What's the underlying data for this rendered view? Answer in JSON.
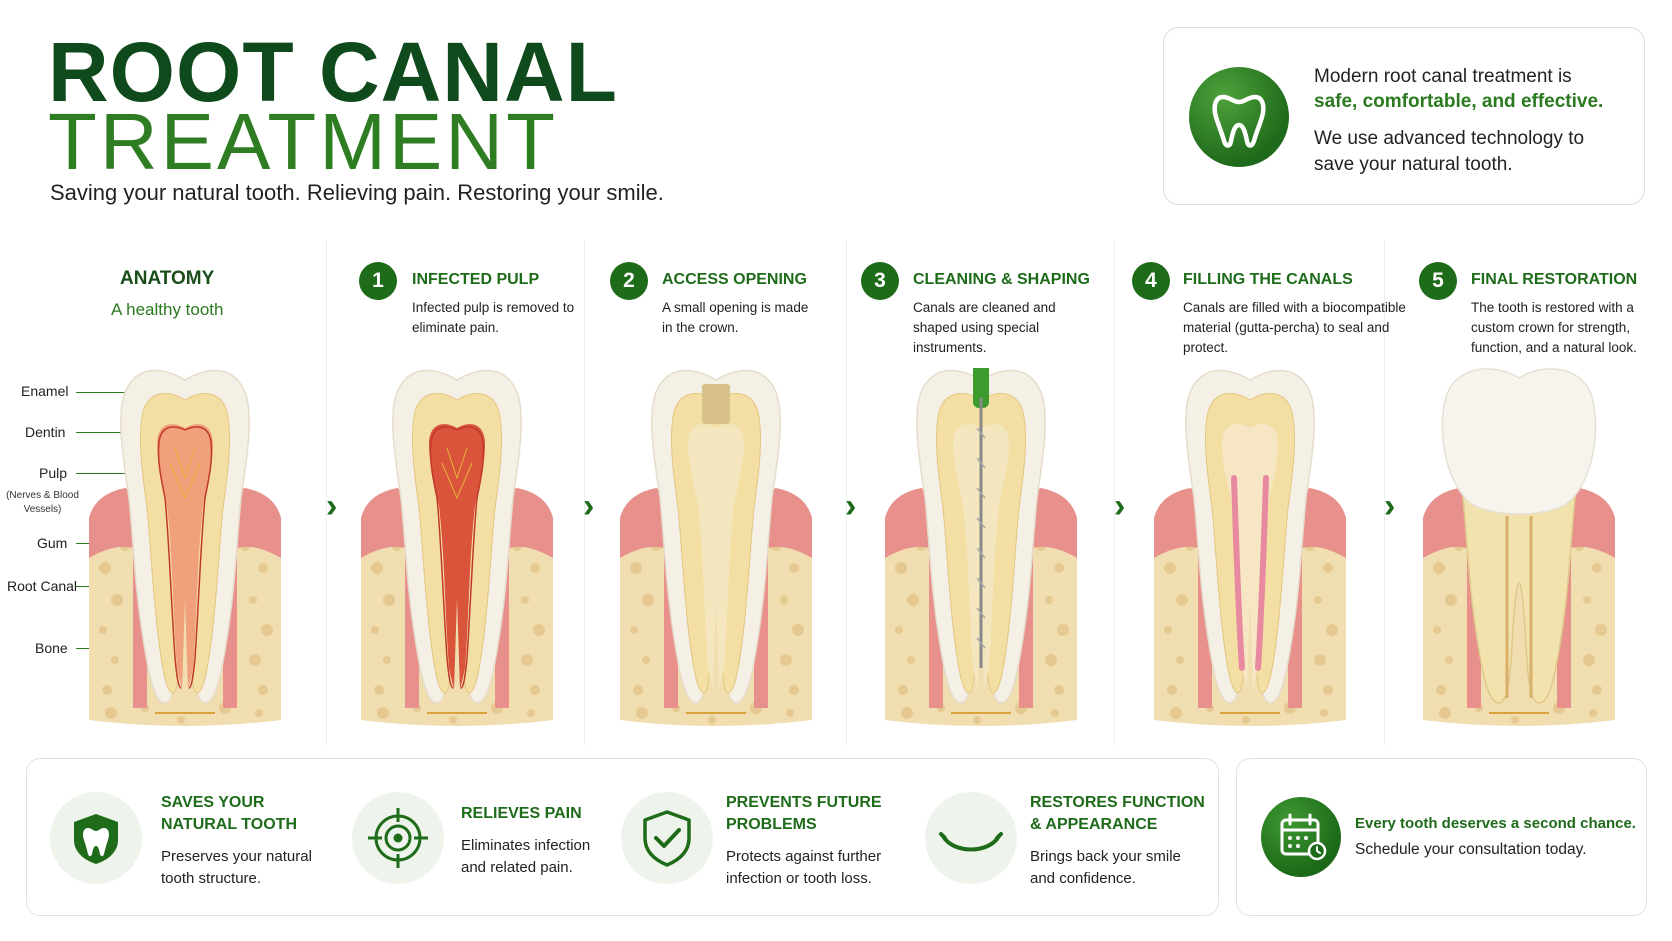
{
  "header": {
    "title_line1": "ROOT CANAL",
    "title_line2": "TREATMENT",
    "subtitle": "Saving your natural tooth. Relieving pain. Restoring your smile."
  },
  "intro": {
    "icon": "tooth-icon",
    "line1": "Modern root canal treatment is",
    "line2": "safe, comfortable, and effective.",
    "line3": "We use advanced technology to save your natural tooth."
  },
  "anatomy": {
    "heading": "ANATOMY",
    "subheading": "A healthy tooth",
    "labels": {
      "enamel": "Enamel",
      "dentin": "Dentin",
      "pulp": "Pulp",
      "pulp_note": "(Nerves & Blood Vessels)",
      "gum": "Gum",
      "root_canal": "Root Canal",
      "bone": "Bone"
    }
  },
  "steps": [
    {
      "number": "1",
      "title": "INFECTED PULP",
      "desc": "Infected pulp is removed to eliminate pain."
    },
    {
      "number": "2",
      "title": "ACCESS OPENING",
      "desc": "A small opening is made in the crown."
    },
    {
      "number": "3",
      "title": "CLEANING & SHAPING",
      "desc": "Canals are cleaned and shaped using special instruments."
    },
    {
      "number": "4",
      "title": "FILLING THE CANALS",
      "desc": "Canals are filled with a biocompatible material (gutta-percha) to seal and protect."
    },
    {
      "number": "5",
      "title": "FINAL RESTORATION",
      "desc": "The tooth is restored with a custom crown for strength, function, and a natural look."
    }
  ],
  "benefits": [
    {
      "icon": "shield-tooth-icon",
      "title": "SAVES YOUR NATURAL TOOTH",
      "desc": "Preserves your natural tooth structure."
    },
    {
      "icon": "target-icon",
      "title": "RELIEVES PAIN",
      "desc": "Eliminates infection and related pain."
    },
    {
      "icon": "shield-check-icon",
      "title": "PREVENTS FUTURE PROBLEMS",
      "desc": "Protects against further infection or tooth loss."
    },
    {
      "icon": "smile-icon",
      "title": "RESTORES FUNCTION & APPEARANCE",
      "desc": "Brings back your smile and confidence."
    }
  ],
  "cta": {
    "icon": "calendar-icon",
    "line1": "Every tooth deserves a second chance.",
    "line2": "Schedule your consultation today."
  },
  "colors": {
    "brand_dark": "#0f4a1c",
    "brand": "#1e6b1a",
    "brand_light": "#2f7d22",
    "gum": "#e7908c",
    "bone": "#f0ddb0",
    "enamel": "#f4f0e6",
    "dentin": "#f3dfa3",
    "pulp": "#d9543a"
  }
}
